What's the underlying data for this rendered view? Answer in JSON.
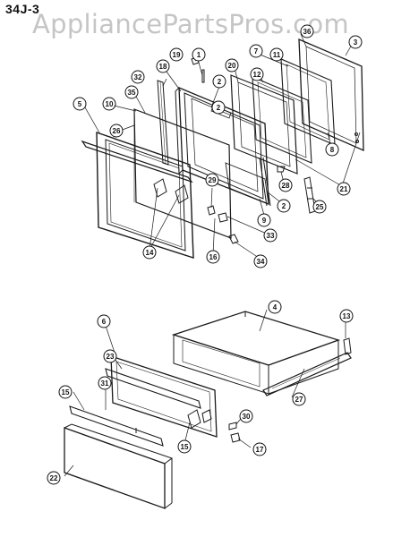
{
  "header": {
    "model_code": "34J-3",
    "watermark": "AppliancePartsPros.com"
  },
  "callouts": {
    "c1": "1",
    "c2a": "2",
    "c2b": "2",
    "c2c": "2",
    "c3": "3",
    "c4": "4",
    "c5": "5",
    "c6": "6",
    "c7": "7",
    "c8": "8",
    "c9": "9",
    "c10": "10",
    "c11": "11",
    "c12": "12",
    "c13": "13",
    "c14": "14",
    "c15a": "15",
    "c15b": "15",
    "c16": "16",
    "c17": "17",
    "c18": "18",
    "c19": "19",
    "c20": "20",
    "c21": "21",
    "c22": "22",
    "c23": "23",
    "c25": "25",
    "c26": "26",
    "c27": "27",
    "c28": "28",
    "c29": "29",
    "c30": "30",
    "c31": "31",
    "c32": "32",
    "c33": "33",
    "c34": "34",
    "c35": "35",
    "c36": "36"
  },
  "colors": {
    "line": "#1a1a1a",
    "background": "#ffffff",
    "watermark": "#969696"
  }
}
